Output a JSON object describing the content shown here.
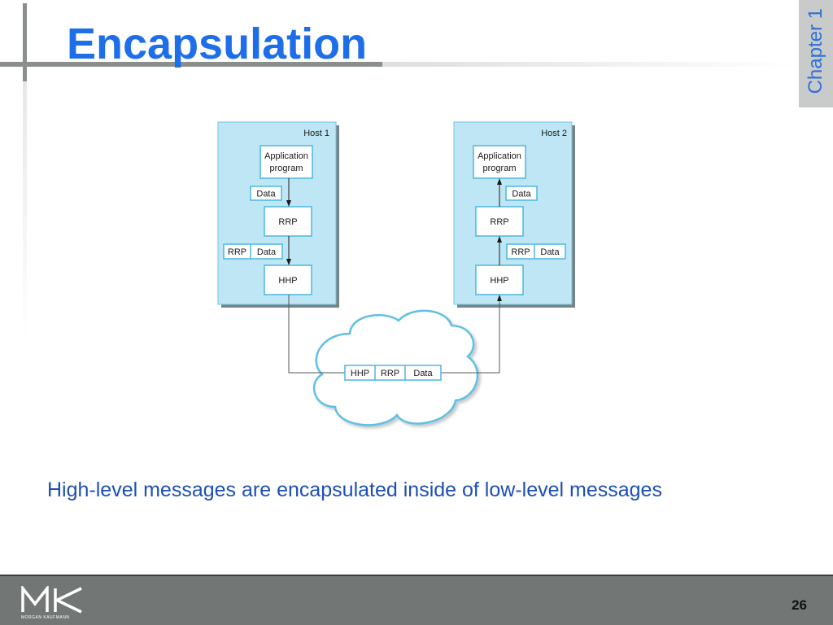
{
  "slide": {
    "title": "Encapsulation",
    "chapter_tab": "Chapter 1",
    "caption": "High-level messages are encapsulated inside of low-level messages",
    "page_number": "26"
  },
  "diagram": {
    "host1": {
      "label": "Host 1",
      "app_line1": "Application",
      "app_line2": "program",
      "data_tag": "Data",
      "rrp": "RRP",
      "header_rrp": "RRP",
      "header_data": "Data",
      "hhp": "HHP"
    },
    "host2": {
      "label": "Host 2",
      "app_line1": "Application",
      "app_line2": "program",
      "data_tag": "Data",
      "rrp": "RRP",
      "header_rrp": "RRP",
      "header_data": "Data",
      "hhp": "HHP"
    },
    "network_packet": {
      "hhp": "HHP",
      "rrp": "RRP",
      "data": "Data"
    }
  },
  "footer": {
    "logo_text": "MK",
    "logo_subtext": "MORGAN KAUFMANN"
  },
  "colors": {
    "title": "#1e6eea",
    "caption": "#1d4fb8",
    "host_fill": "#bfe6f5",
    "box_border": "#4ab8dc",
    "footer_bg": "#727775"
  }
}
